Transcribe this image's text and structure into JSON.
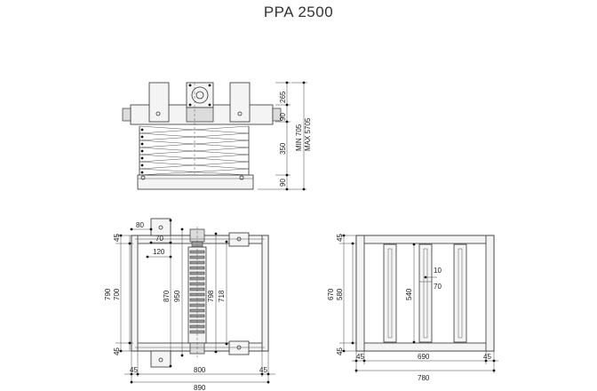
{
  "title": "PPA 2500",
  "side_view": {
    "dims": {
      "d265": "265",
      "d90_top": "90",
      "d350": "350",
      "d90_bottom": "90",
      "min": "MIN 705",
      "max": "MAX 5705"
    }
  },
  "top_view": {
    "dims": {
      "d80": "80",
      "d70": "70",
      "d120": "120",
      "d45_top": "45",
      "d45_bottom": "45",
      "d790": "790",
      "d700": "700",
      "d870": "870",
      "d950": "950",
      "d798": "798",
      "d718": "718",
      "d45_left": "45",
      "d800": "800",
      "d45_right": "45",
      "d890": "890"
    }
  },
  "end_view": {
    "dims": {
      "d45_top": "45",
      "d45_bottom": "45",
      "d670": "670",
      "d580": "580",
      "d540": "540",
      "d10": "10",
      "d70": "70",
      "d45_left": "45",
      "d690": "690",
      "d45_right": "45",
      "d780": "780"
    }
  }
}
